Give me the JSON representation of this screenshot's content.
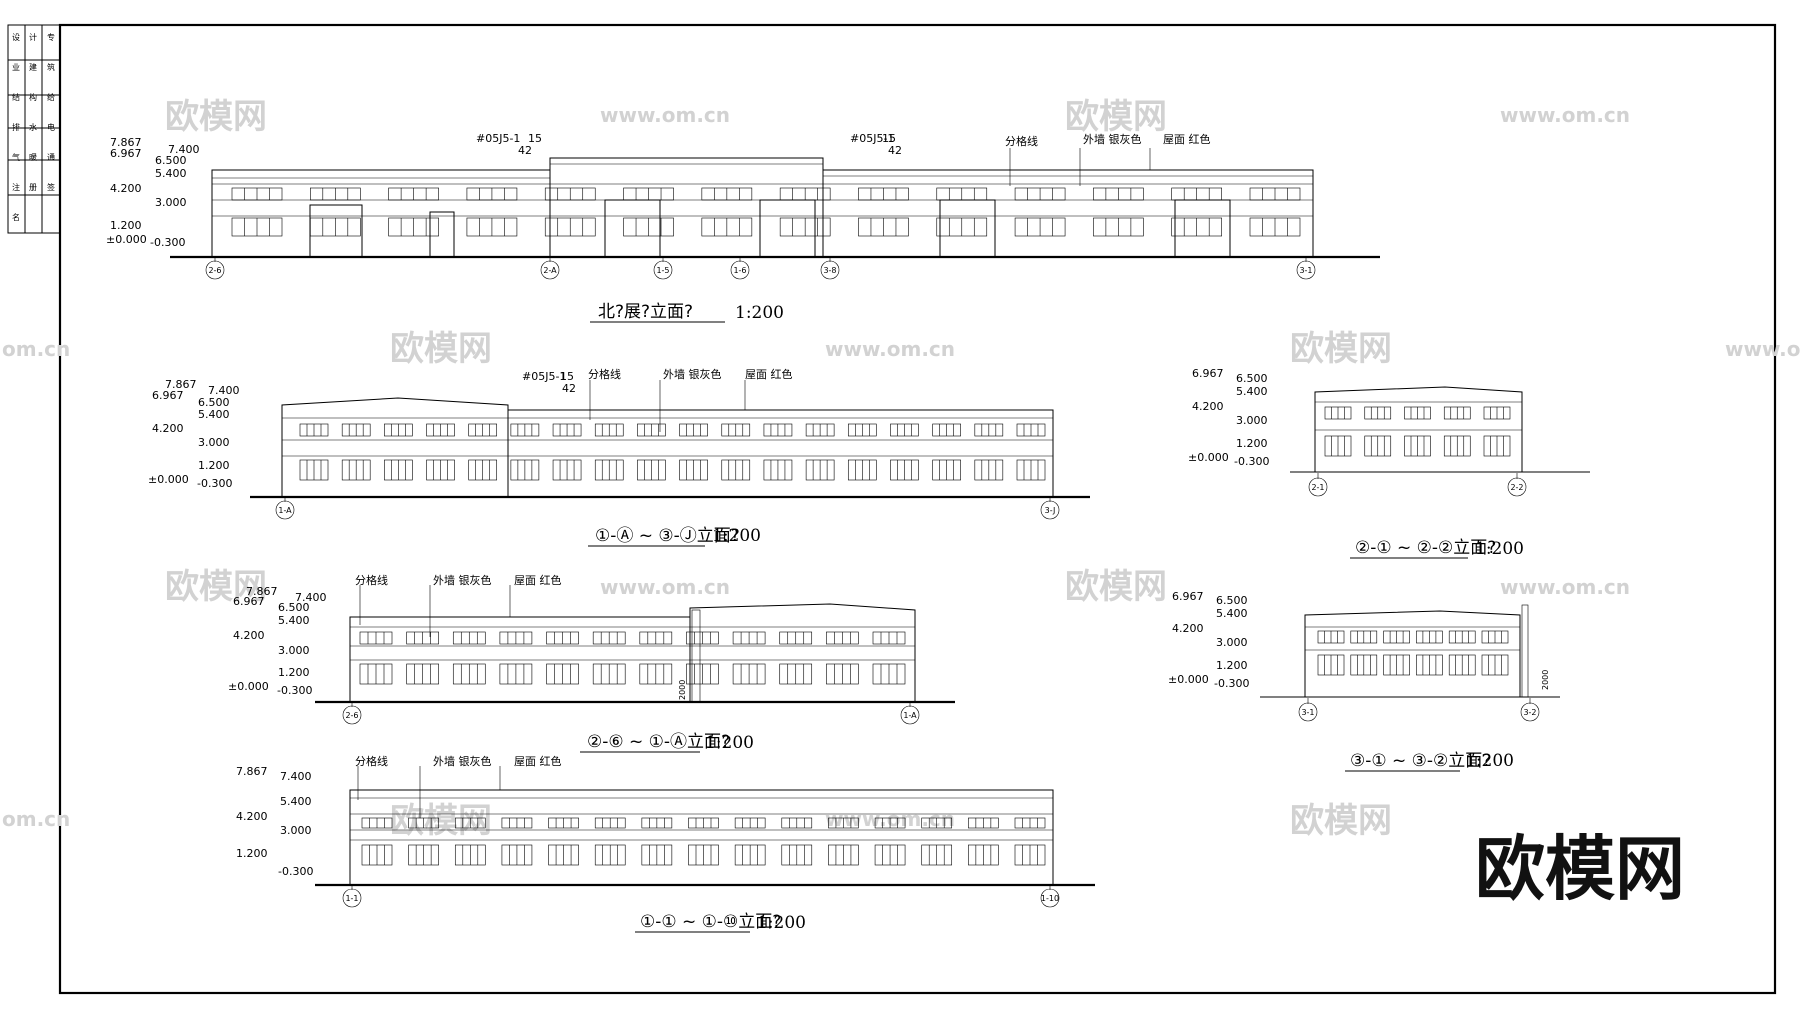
{
  "drawing": {
    "watermark_logo": "欧模网",
    "watermark_url": "www.om.cn",
    "watermark_url_partial": "om.cn",
    "brand_text": "欧模网",
    "title_block_cells": [
      "设",
      "计",
      "专",
      "业",
      "建",
      "筑",
      "结",
      "构",
      "给",
      "排",
      "水",
      "电",
      "气",
      "暖",
      "通",
      "注",
      "册",
      "签",
      "名"
    ]
  },
  "elevations": [
    {
      "caption": "北?展?立面?",
      "scale": "1:200",
      "levels": [
        "7.867",
        "6.967",
        "7.400",
        "6.500",
        "5.400",
        "4.200",
        "3.000",
        "1.200",
        "±0.000",
        "-0.300"
      ],
      "notes": [
        "#05J5-1",
        "15",
        "42",
        "#05J5-1",
        "15",
        "42",
        "分格线",
        "外墙 银灰色",
        "屋面 红色"
      ],
      "axes": [
        "2-6",
        "2-A",
        "1-5",
        "1-6",
        "3-8",
        "3-1"
      ]
    },
    {
      "caption": "①-Ⓐ ~ ③-Ⓙ立面?",
      "scale": "1:200",
      "levels": [
        "7.867",
        "6.967",
        "7.400",
        "6.500",
        "5.400",
        "4.200",
        "3.000",
        "1.200",
        "±0.000",
        "-0.300"
      ],
      "notes": [
        "#05J5-1",
        "15",
        "42",
        "分格线",
        "外墙 银灰色",
        "屋面 红色"
      ],
      "axes": [
        "1-A",
        "3-J"
      ]
    },
    {
      "caption": "②-① ~ ②-②立面?",
      "scale": "1:200",
      "levels": [
        "6.967",
        "6.500",
        "5.400",
        "4.200",
        "3.000",
        "1.200",
        "±0.000",
        "-0.300"
      ],
      "axes": [
        "2-1",
        "2-2"
      ]
    },
    {
      "caption": "②-⑥ ~ ①-Ⓐ立面?",
      "scale": "1:200",
      "levels": [
        "7.867",
        "6.967",
        "7.400",
        "6.500",
        "5.400",
        "4.200",
        "3.000",
        "1.200",
        "±0.000",
        "-0.300"
      ],
      "notes": [
        "分格线",
        "外墙 银灰色",
        "屋面 红色",
        "2000"
      ],
      "axes": [
        "2-6",
        "1-A"
      ]
    },
    {
      "caption": "③-① ~ ③-②立面?",
      "scale": "1:200",
      "levels": [
        "6.967",
        "6.500",
        "5.400",
        "4.200",
        "3.000",
        "1.200",
        "±0.000",
        "-0.300"
      ],
      "notes": [
        "2000"
      ],
      "axes": [
        "3-1",
        "3-2"
      ]
    },
    {
      "caption": "①-① ~ ①-⑩立面?",
      "scale": "1:200",
      "levels": [
        "7.867",
        "7.400",
        "5.400",
        "4.200",
        "3.000",
        "1.200",
        "-0.300"
      ],
      "notes": [
        "分格线",
        "外墙 银灰色",
        "屋面 红色"
      ],
      "axes": [
        "1-1",
        "1-10"
      ]
    }
  ]
}
